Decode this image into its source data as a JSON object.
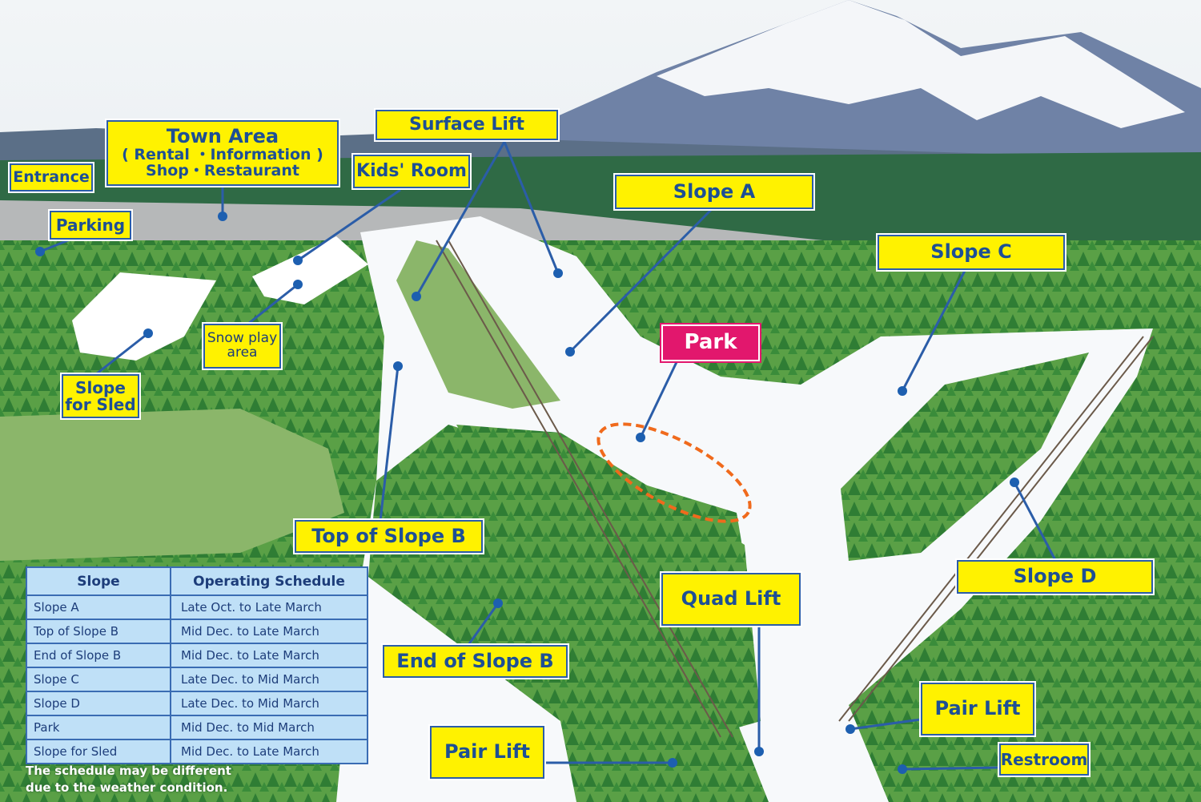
{
  "labels": {
    "entrance": "Entrance",
    "town_area_title": "Town Area",
    "town_area_line1": "( Rental ・Information )",
    "town_area_line2": "Shop・Restaurant",
    "surface_lift": "Surface Lift",
    "kids_room": "Kids' Room",
    "slope_a": "Slope A",
    "parking": "Parking",
    "slope_c": "Slope C",
    "snow_play_line1": "Snow play",
    "snow_play_line2": "area",
    "park": "Park",
    "slope_sled_line1": "Slope",
    "slope_sled_line2": "for Sled",
    "top_slope_b": "Top of Slope B",
    "quad_lift": "Quad Lift",
    "slope_d": "Slope D",
    "end_slope_b": "End of Slope B",
    "pair_lift_left": "Pair Lift",
    "pair_lift_right": "Pair Lift",
    "restroom": "Restroom"
  },
  "schedule": {
    "headers": [
      "Slope",
      "Operating Schedule"
    ],
    "rows": [
      [
        "Slope A",
        "Late Oct. to Late March"
      ],
      [
        "Top of Slope B",
        "Mid Dec. to Late March"
      ],
      [
        "End of Slope B",
        "Mid Dec. to Late March"
      ],
      [
        "Slope C",
        "Late Dec. to Mid March"
      ],
      [
        "Slope D",
        "Late Dec. to Mid March"
      ],
      [
        "Park",
        "Mid Dec. to Mid March"
      ],
      [
        "Slope for Sled",
        "Mid Dec. to Late March"
      ]
    ],
    "note_line1": "The schedule may be different",
    "note_line2": "due to the weather condition."
  },
  "colors": {
    "label_bg": "#fff200",
    "label_text": "#1d4f95",
    "park_label": "#e2176d",
    "marker": "#1d5fb0",
    "park_outline": "#f06a1c"
  }
}
